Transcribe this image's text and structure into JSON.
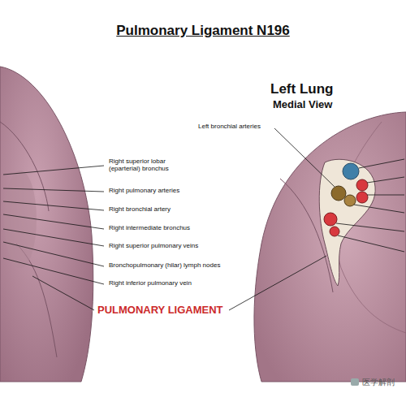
{
  "diagram": {
    "title": "Pulmonary Ligament N196",
    "labels": [
      "Left Lung",
      "Medial View",
      "Left bronchial arteries",
      "Right superior lobar (eparterial) bronchus",
      "Right pulmonary arteries",
      "Right bronchial artery",
      "Right intermediate bronchus",
      "Right superior pulmonary veins",
      "Bronchopulmonary (hilar) lymph nodes",
      "Right inferior pulmonary vein",
      "PULMONARY LIGAMENT",
      "医学解剖"
    ]
  }
}
